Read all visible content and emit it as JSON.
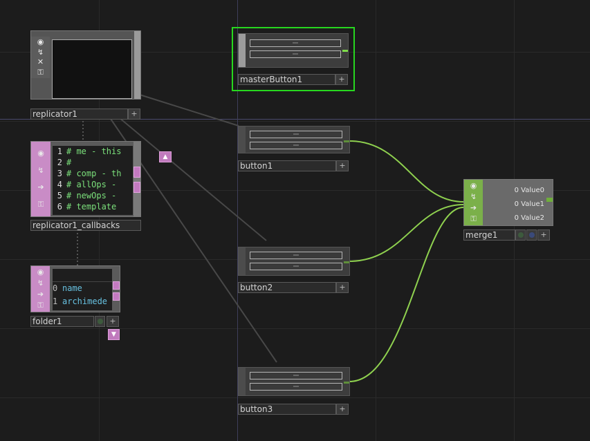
{
  "nodes": {
    "replicator1": {
      "name": "replicator1",
      "add_glyph": "+",
      "icons": [
        "viewer-icon",
        "bypass-icon",
        "close-icon",
        "lock-icon"
      ]
    },
    "replicator1_callbacks": {
      "name": "replicator1_callbacks",
      "lines": [
        {
          "n": "1",
          "text": "# me - this"
        },
        {
          "n": "2",
          "text": "#"
        },
        {
          "n": "3",
          "text": "# comp - th"
        },
        {
          "n": "4",
          "text": "# allOps -"
        },
        {
          "n": "5",
          "text": "# newOps -"
        },
        {
          "n": "6",
          "text": "# template"
        }
      ]
    },
    "folder1": {
      "name": "folder1",
      "add_glyph": "+",
      "rows": [
        {
          "i": "0",
          "text": "name"
        },
        {
          "i": "1",
          "text": "archimede"
        }
      ]
    },
    "masterButton1": {
      "name": "masterButton1",
      "add_glyph": "+"
    },
    "button1": {
      "name": "button1",
      "add_glyph": "+"
    },
    "button2": {
      "name": "button2",
      "add_glyph": "+"
    },
    "button3": {
      "name": "button3",
      "add_glyph": "+"
    },
    "merge1": {
      "name": "merge1",
      "add_glyph": "+",
      "values": [
        {
          "v": "0",
          "label": "Value0"
        },
        {
          "v": "0",
          "label": "Value1"
        },
        {
          "v": "0",
          "label": "Value2"
        }
      ]
    }
  },
  "colors": {
    "background": "#1c1c1c",
    "wire_green": "#8fd14f",
    "wire_gray": "#4a4a4a",
    "selected_outline": "#27d81f",
    "dat_pink": "#c98cc6",
    "chop_green": "#7bb04a",
    "guide_line": "#4a4a6e"
  }
}
